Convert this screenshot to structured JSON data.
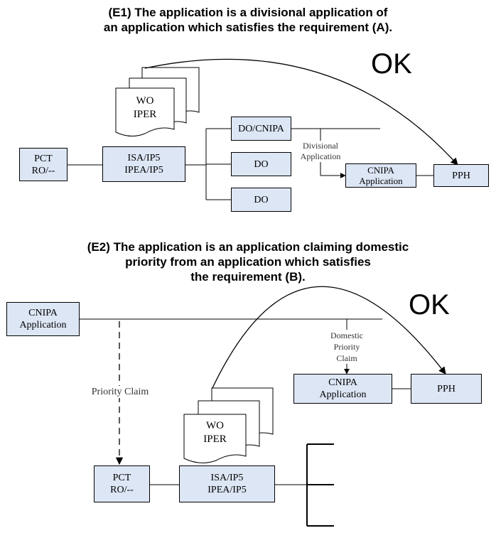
{
  "sections": [
    {
      "title": "(E1) The application is a divisional application of\nan application which satisfies the requirement (A).",
      "ok": "OK",
      "document": "WO\nIPER",
      "boxes": {
        "pct": "PCT\nRO/--",
        "isa": "ISA/IP5\nIPEA/IP5",
        "do_cnipa": "DO/CNIPA",
        "do1": "DO",
        "do2": "DO",
        "cnipa": "CNIPA\nApplication",
        "pph": "PPH"
      },
      "labels": {
        "divisional": "Divisional\nApplication"
      }
    },
    {
      "title": "(E2) The application is an application claiming domestic\npriority from an application which satisfies\nthe requirement (B).",
      "ok": "OK",
      "document": "WO\nIPER",
      "boxes": {
        "cnipa_top": "CNIPA\nApplication",
        "cnipa": "CNIPA\nApplication",
        "pph": "PPH",
        "pct": "PCT\nRO/--",
        "isa": "ISA/IP5\nIPEA/IP5"
      },
      "labels": {
        "priority_claim": "Priority Claim",
        "domestic": "Domestic\nPriority\nClaim"
      }
    }
  ]
}
